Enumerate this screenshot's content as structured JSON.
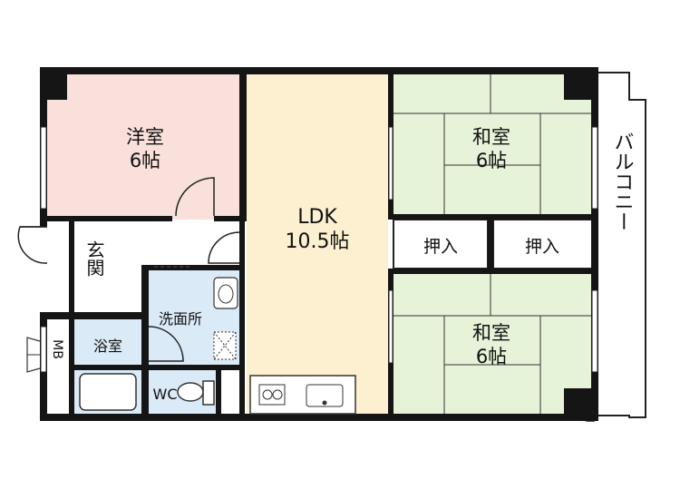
{
  "rooms": {
    "western_room": {
      "name": "洋室",
      "size": "6帖",
      "color": "#f9e0da"
    },
    "ldk": {
      "name": "LDK",
      "size": "10.5帖",
      "color": "#fdf0d0"
    },
    "japanese_room_upper": {
      "name": "和室",
      "size": "6帖",
      "color": "#e6f3d8"
    },
    "japanese_room_lower": {
      "name": "和室",
      "size": "6帖",
      "color": "#e6f3d8"
    },
    "closet_left": {
      "name": "押入"
    },
    "closet_right": {
      "name": "押入"
    },
    "entrance": {
      "name": "玄関"
    },
    "washroom": {
      "name": "洗面所",
      "color": "#dbeaf7"
    },
    "bathroom": {
      "name": "浴室",
      "color": "#dbeaf7"
    },
    "toilet": {
      "name": "WC",
      "color": "#dbeaf7"
    },
    "meter_box": {
      "name": "MB"
    },
    "balcony": {
      "name": "バルコニー"
    }
  },
  "colors": {
    "wall": "#151515",
    "window": "#ffffff"
  }
}
